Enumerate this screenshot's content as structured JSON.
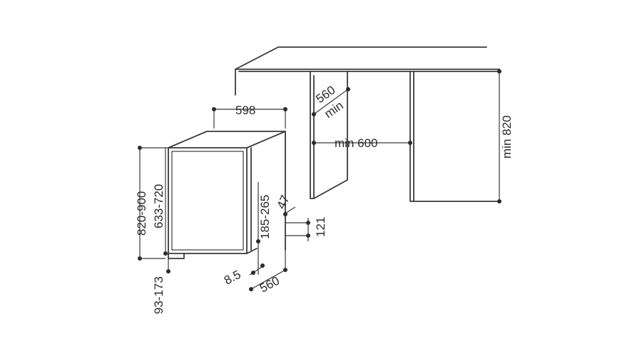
{
  "labels": {
    "width_598": "598",
    "depth_560_cabinet": "560",
    "depth_min": "min",
    "width_min_600": "min 600",
    "height_min_820": "min 820",
    "height_820_900": "820-900",
    "height_633_720": "633-720",
    "plinth_93_173": "93-173",
    "door_185_265": "185-265",
    "dim_47": "47",
    "dim_121": "121",
    "dim_85": "8.5",
    "depth_560_appliance": "560"
  }
}
